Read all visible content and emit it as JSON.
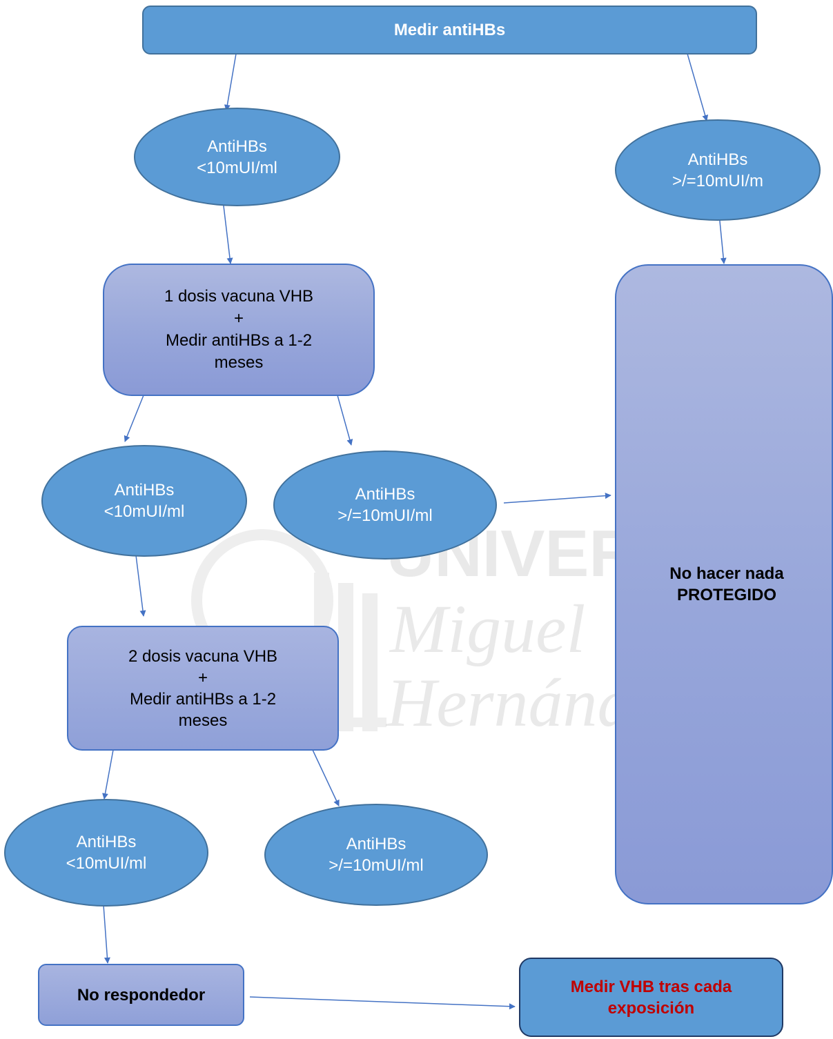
{
  "nodes": {
    "top": "Medir antiHBs",
    "e1_left": "AntiHBs\n<10mUI/ml",
    "e1_right": "AntiHBs\n>/=10mUI/m",
    "step1": "1 dosis vacuna VHB\n+\nMedir antiHBs a 1-2\nmeses",
    "e2_left": "AntiHBs\n<10mUI/ml",
    "e2_right": "AntiHBs\n>/=10mUI/ml",
    "protected": "No hacer nada\nPROTEGIDO",
    "step2": "2 dosis vacuna VHB\n+\nMedir antiHBs a 1-2\nmeses",
    "e3_left": "AntiHBs\n<10mUI/ml",
    "e3_right": "AntiHBs\n>/=10mUI/ml",
    "non_responder": "No respondedor",
    "measure_vhb": "Medir VHB tras cada\nexposición"
  },
  "watermark": {
    "line1": "UNIVERSITAS",
    "line2": "Miguel",
    "line3": "Hernández"
  },
  "colors": {
    "node_blue": "#5b9bd5",
    "node_border": "#41719c",
    "lavender": "#97a6da",
    "arrow": "#4472c4",
    "alert_text": "#c00000"
  }
}
